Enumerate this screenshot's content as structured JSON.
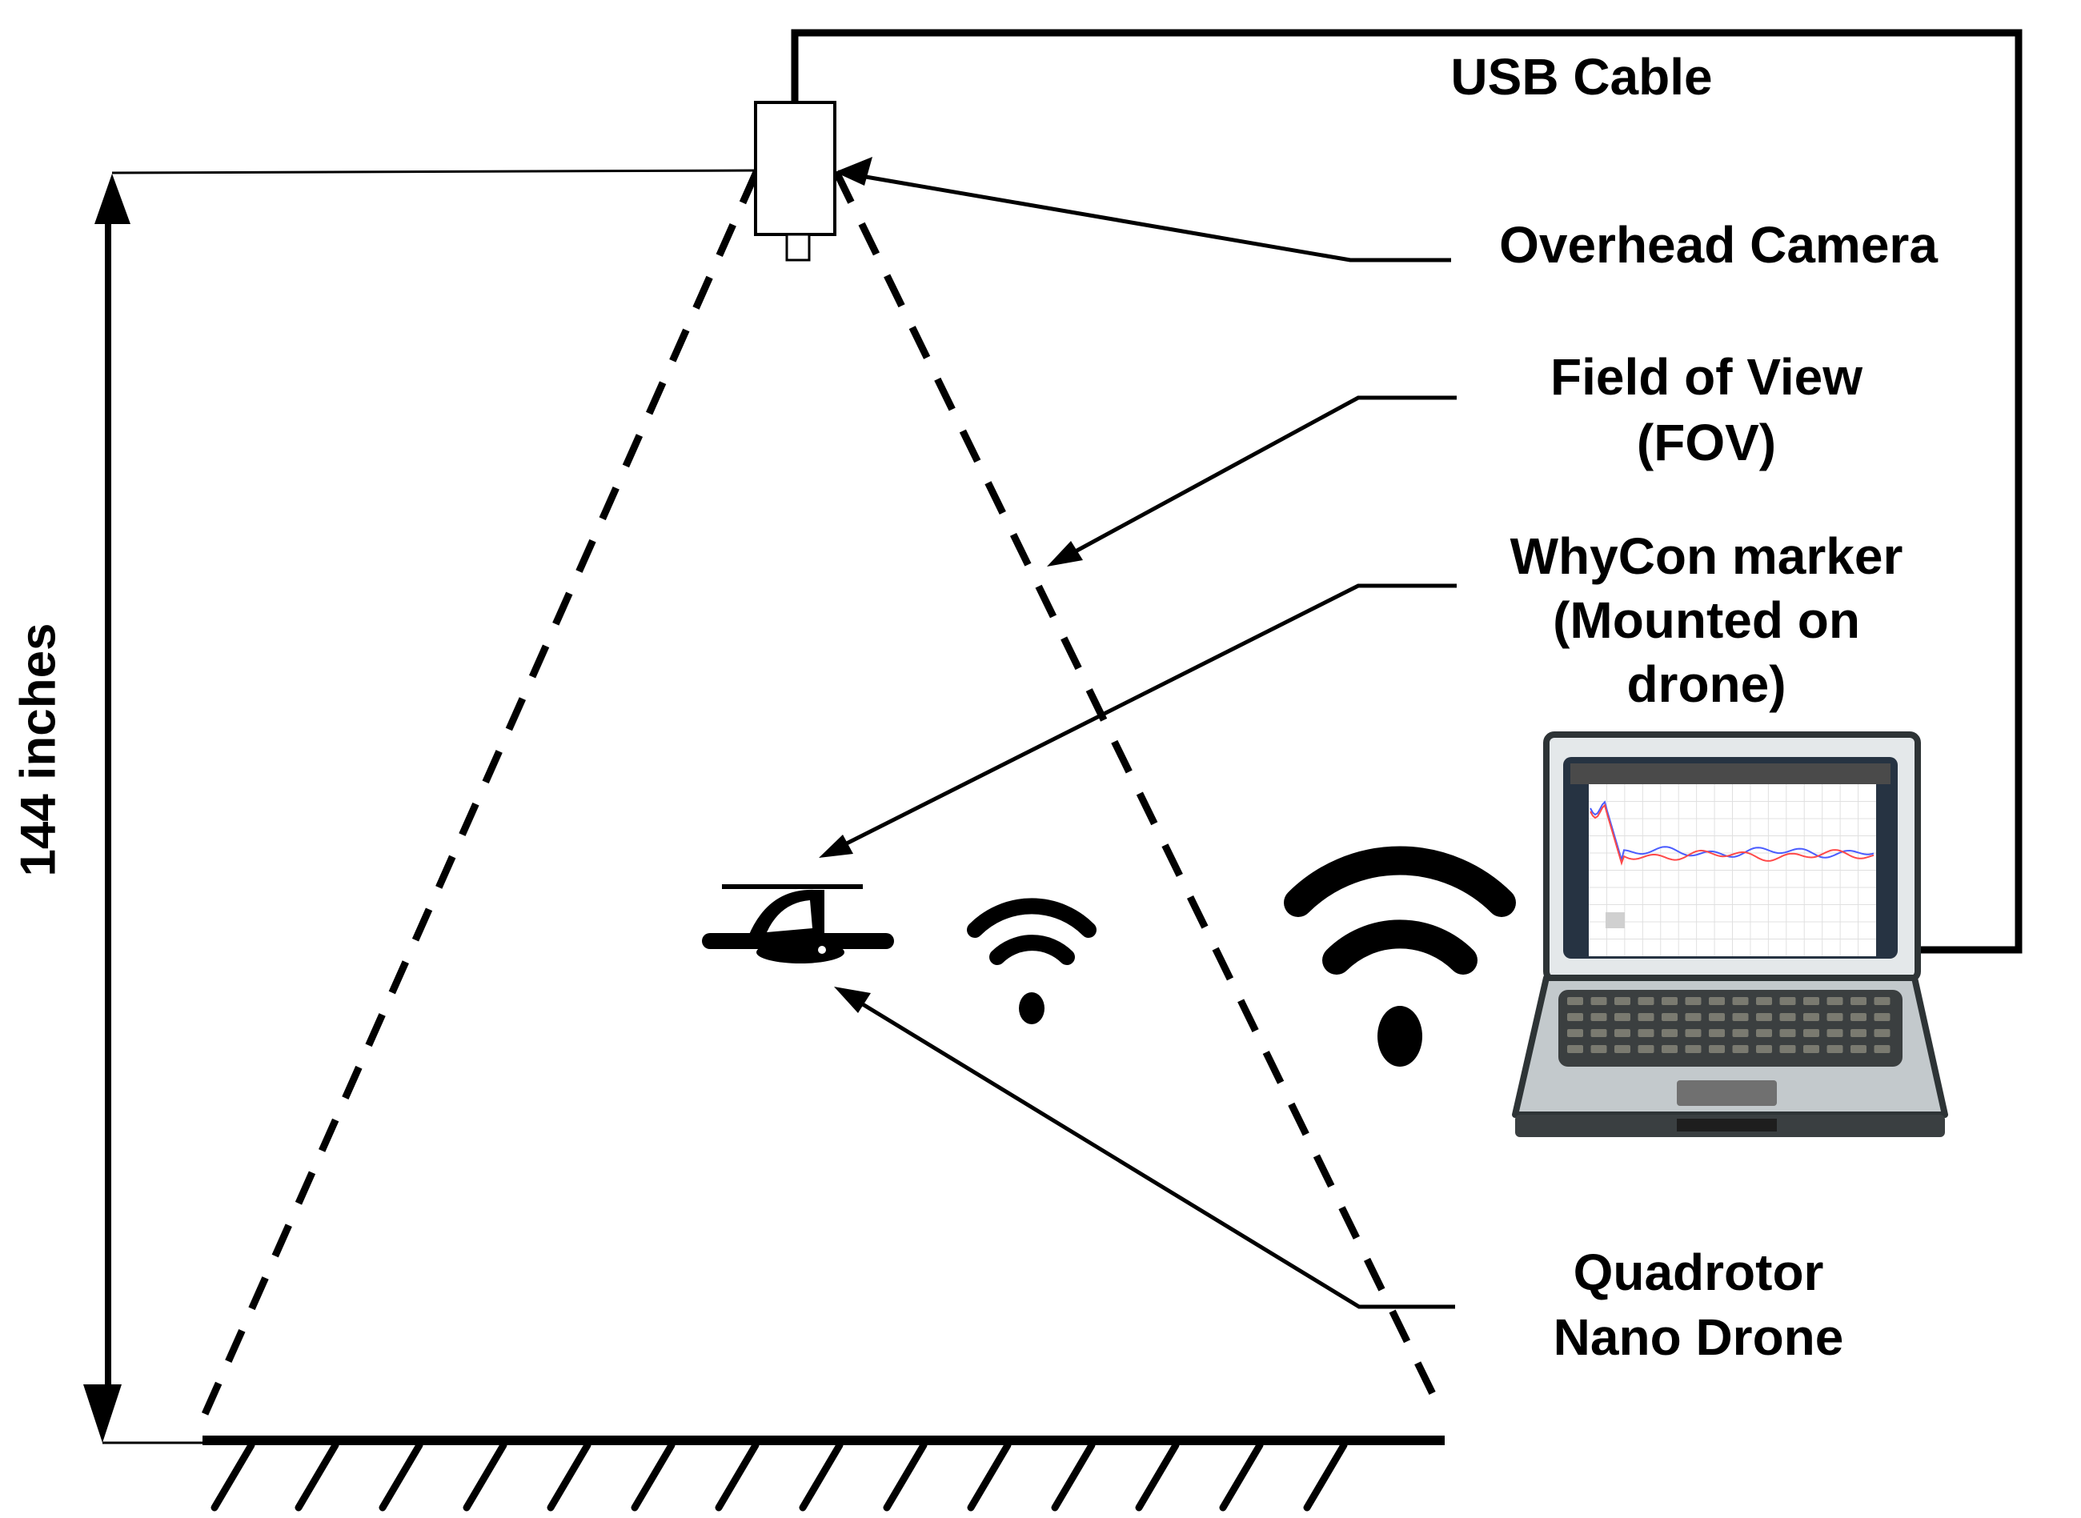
{
  "diagram": {
    "title": "Overhead camera drone tracking setup",
    "labels": {
      "usb_cable": "USB Cable",
      "overhead_camera": "Overhead Camera",
      "fov_line1": "Field of View",
      "fov_line2": "(FOV)",
      "whycon_line1": "WhyCon marker",
      "whycon_line2": "(Mounted on",
      "whycon_line3": "drone)",
      "quad_line1": "Quadrotor",
      "quad_line2": "Nano Drone",
      "height": "144 inches"
    },
    "components": [
      {
        "id": "overhead-camera",
        "icon": "camera-icon"
      },
      {
        "id": "quadrotor-drone",
        "icon": "drone-icon"
      },
      {
        "id": "laptop",
        "icon": "laptop-icon"
      },
      {
        "id": "wifi-small",
        "icon": "wifi-icon"
      },
      {
        "id": "wifi-large",
        "icon": "wifi-icon"
      }
    ],
    "laptop_screen": {
      "series": [
        {
          "name": "series-1",
          "color": "#4a5cff"
        },
        {
          "name": "series-2",
          "color": "#ff4a4a"
        }
      ]
    },
    "colors": {
      "stroke": "#000000",
      "laptop_body": "#c3c9cc",
      "laptop_outline": "#2e3436",
      "bezel": "#263342",
      "bezel_top": "#4a4a4a",
      "key": "#7a7a70",
      "touchpad": "#707070"
    }
  }
}
